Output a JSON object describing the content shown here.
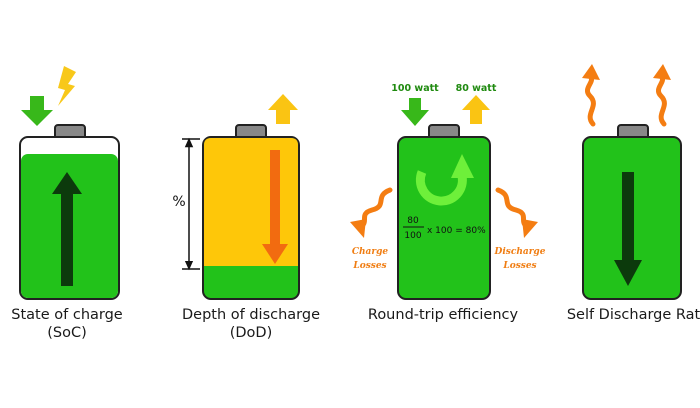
{
  "panels": [
    {
      "caption_line1": "State of charge",
      "caption_line2": "(SoC)"
    },
    {
      "caption_line1": "Depth of discharge",
      "caption_line2": "(DoD)",
      "dimension_label": "%"
    },
    {
      "caption_line1": "Round-trip efficiency",
      "input_label": "100 watt",
      "output_label": "80 watt",
      "formula_numerator": "80",
      "formula_denominator": "100",
      "formula_rest": "x 100 = 80%",
      "left_loss_line1": "Charge",
      "left_loss_line2": "Losses",
      "right_loss_line1": "Discharge",
      "right_loss_line2": "Losses"
    },
    {
      "caption_line1": "Self Discharge Rate"
    }
  ],
  "levels": {
    "soc_charge_fraction": 0.9,
    "dod_discharged_fraction": 0.8
  },
  "colors": {
    "battery_green": "#22c21a",
    "dod_yellow": "#fec709",
    "terminal_gray": "#888888",
    "outline": "#222222",
    "arrow_dark_green": "#0c3a0c",
    "arrow_orange": "#f26b10",
    "arrow_yellow": "#fac413",
    "arrow_green_in": "#38b81a",
    "circular_arrow_green": "#6ef03a",
    "heat_orange": "#f47d12",
    "lightning_yellow": "#f8c81a"
  },
  "icons": [
    "lightning-bolt-icon",
    "down-arrow-icon",
    "up-arrow-icon",
    "circular-arrow-icon",
    "squiggly-heat-arrow-icon",
    "dimension-arrow-icon"
  ]
}
